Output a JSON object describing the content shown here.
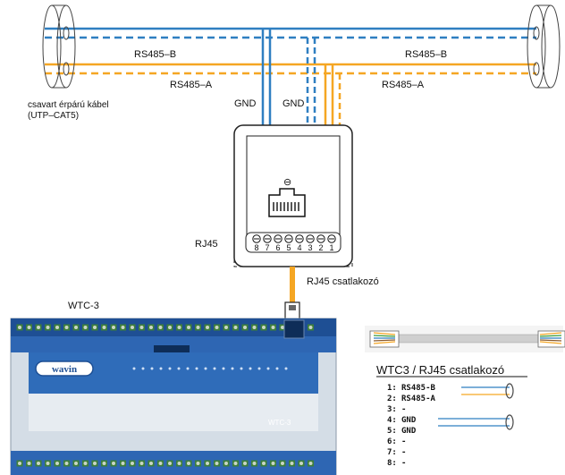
{
  "colors": {
    "blue": "#2f7fc1",
    "orange": "#f5a623",
    "grey": "#444444",
    "device_body": "#dfe6ee",
    "device_top": "#2e66b3",
    "terminal_green": "#3f7f3a"
  },
  "labels": {
    "rs485_b_left": "RS485–B",
    "rs485_a_left": "RS485–A",
    "rs485_b_right": "RS485–B",
    "rs485_a_right": "RS485–A",
    "gnd_1": "GND",
    "gnd_2": "GND",
    "cable_line1": "csavart érpárú kábel",
    "cable_line2": "(UTP–CAT5)",
    "rj45": "RJ45",
    "rj45_connector": "RJ45 csatlakozó",
    "wtc_label": "WTC-3",
    "wtc_brand": "wavin",
    "wtc_front": "WTC-3",
    "pinout_title": "WTC3 / RJ45 csatlakozó",
    "socket_symbol": "⊖"
  },
  "socket_pins": [
    "8",
    "7",
    "6",
    "5",
    "4",
    "3",
    "2",
    "1"
  ],
  "pinout": [
    {
      "pin": "1:",
      "signal": "RS485-B"
    },
    {
      "pin": "2:",
      "signal": "RS485-A"
    },
    {
      "pin": "3:",
      "signal": "-"
    },
    {
      "pin": "4:",
      "signal": "GND"
    },
    {
      "pin": "5:",
      "signal": "GND"
    },
    {
      "pin": "6:",
      "signal": "-"
    },
    {
      "pin": "7:",
      "signal": "-"
    },
    {
      "pin": "8:",
      "signal": "-"
    }
  ]
}
